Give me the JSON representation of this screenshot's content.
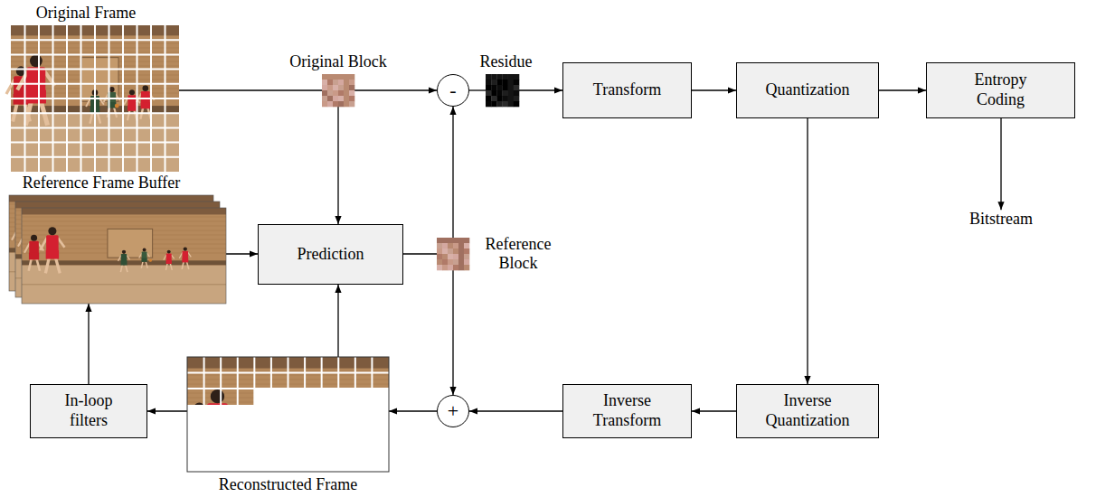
{
  "diagram": {
    "nodes": [
      {
        "text": [
          "Original Frame"
        ]
      },
      {
        "text": [
          "Original Block"
        ]
      },
      {
        "text": [
          "-"
        ]
      },
      {
        "text": [
          "Residue"
        ]
      },
      {
        "text": [
          "Transform"
        ]
      },
      {
        "text": [
          "Quantization"
        ]
      },
      {
        "text": [
          "Entropy Coding"
        ]
      },
      {
        "text": [
          "Reference Frame Buffer"
        ]
      },
      {
        "text": [
          "Prediction"
        ]
      },
      {
        "text": [
          "Reference Block"
        ]
      },
      {
        "text": [
          "Bitstream"
        ]
      },
      {
        "text": [
          "In-loop filters"
        ]
      },
      {
        "text": [
          "Reconstructed Frame"
        ]
      },
      {
        "text": [
          "+"
        ]
      },
      {
        "text": [
          "Inverse Transform"
        ]
      },
      {
        "text": [
          "Inverse Quantization"
        ]
      }
    ],
    "edges": [
      {
        "from": 0,
        "to": 1,
        "arrow": "none"
      },
      {
        "from": 1,
        "to": 2,
        "arrow": "to"
      },
      {
        "from": 2,
        "to": 3,
        "arrow": "none"
      },
      {
        "from": 3,
        "to": 4,
        "arrow": "to"
      },
      {
        "from": 4,
        "to": 5,
        "arrow": "to"
      },
      {
        "from": 5,
        "to": 6,
        "arrow": "to"
      },
      {
        "from": 6,
        "to": 10,
        "arrow": "to"
      },
      {
        "from": 1,
        "to": 8,
        "arrow": "to"
      },
      {
        "from": 7,
        "to": 8,
        "arrow": "to"
      },
      {
        "from": 8,
        "to": 9,
        "arrow": "none"
      },
      {
        "from": 9,
        "to": 2,
        "arrow": "to"
      },
      {
        "from": 9,
        "to": 13,
        "arrow": "to"
      },
      {
        "from": 5,
        "to": 15,
        "arrow": "to"
      },
      {
        "from": 15,
        "to": 14,
        "arrow": "to"
      },
      {
        "from": 14,
        "to": 13,
        "arrow": "to"
      },
      {
        "from": 13,
        "to": 12,
        "arrow": "to"
      },
      {
        "from": 12,
        "to": 11,
        "arrow": "to"
      },
      {
        "from": 11,
        "to": 7,
        "arrow": "to"
      },
      {
        "from": 12,
        "to": 8,
        "arrow": "to"
      }
    ]
  }
}
